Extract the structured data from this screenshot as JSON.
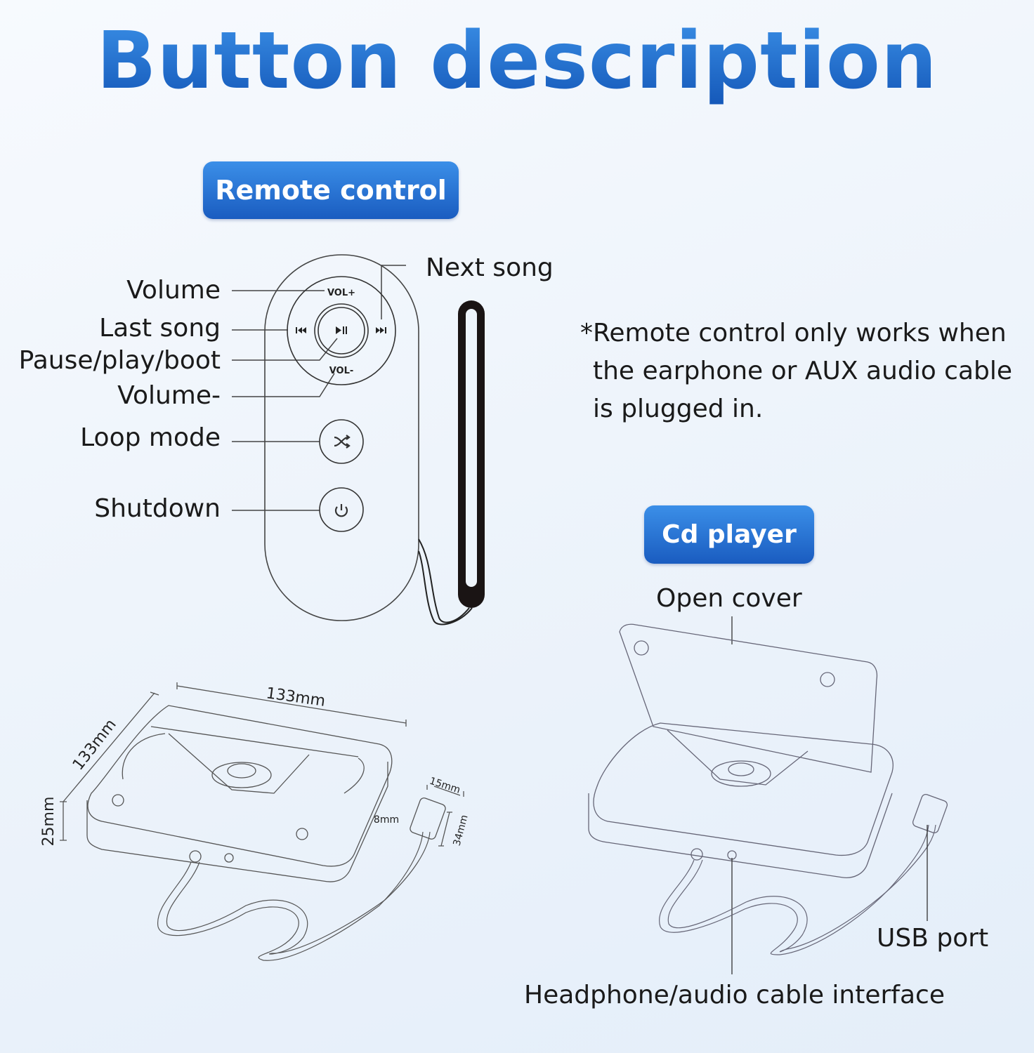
{
  "title": "Button description",
  "remote": {
    "section_label": "Remote control",
    "labels": {
      "volume_up": "Volume",
      "last_song": "Last song",
      "pause_play": "Pause/play/boot",
      "volume_down": "Volume-",
      "loop_mode": "Loop mode",
      "shutdown": "Shutdown",
      "next_song": "Next song"
    },
    "keys": {
      "vol_plus": "VOL+",
      "vol_minus": "VOL-"
    },
    "note_lines": [
      "*Remote control only works when",
      "the earphone or AUX audio cable",
      "is plugged in."
    ]
  },
  "dimensions": {
    "width": "133mm",
    "depth": "133mm",
    "height": "25mm",
    "usb_width": "15mm",
    "usb_length": "34mm",
    "usb_thickness": "8mm"
  },
  "cd_player": {
    "section_label": "Cd player",
    "open_cover": "Open cover",
    "usb_port": "USB port",
    "headphone": "Headphone/audio cable interface"
  },
  "colors": {
    "accent": "#1f6fd0",
    "accent_dark": "#1457b8"
  }
}
